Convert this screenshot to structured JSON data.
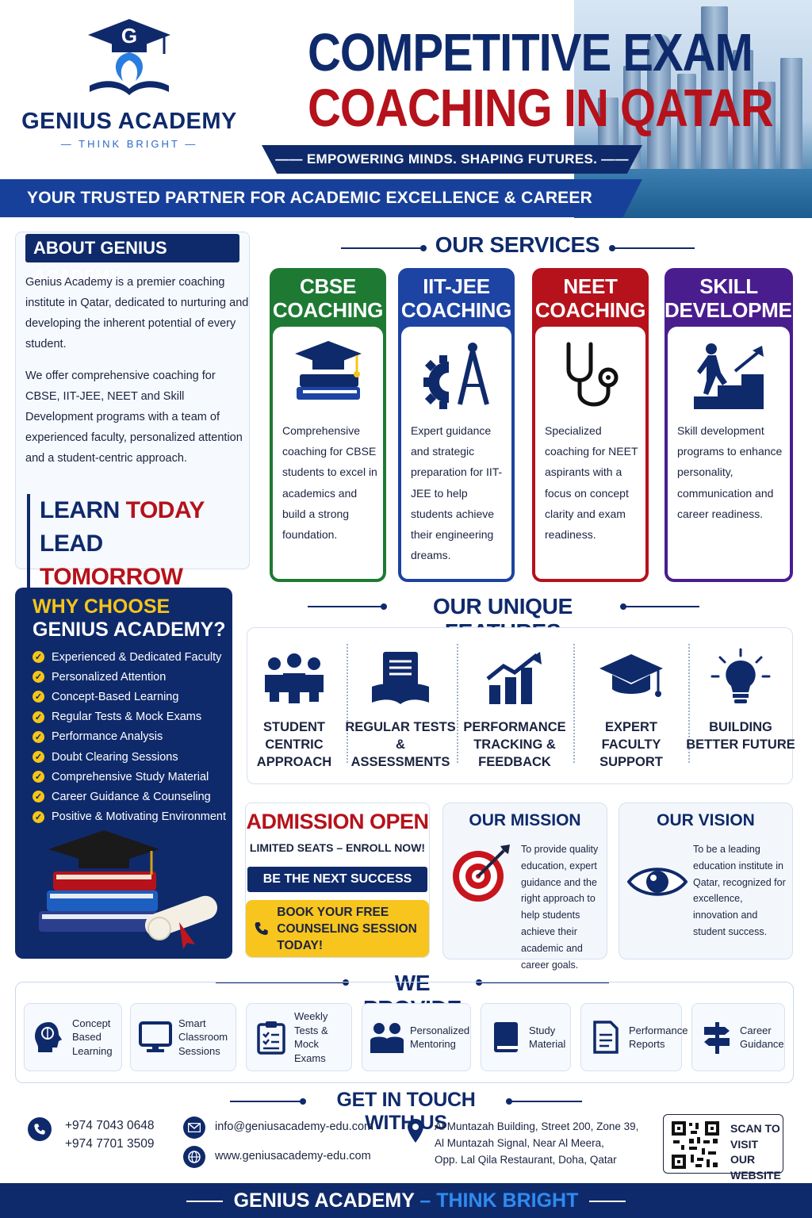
{
  "brand": {
    "name": "GENIUS ACADEMY",
    "tagline": "THINK BRIGHT",
    "logo_letter": "G"
  },
  "header": {
    "title_line1": "COMPETITIVE EXAM",
    "title_line2": "COACHING IN QATAR",
    "tagline": "EMPOWERING MINDS. SHAPING FUTURES.",
    "partner": "YOUR TRUSTED PARTNER FOR ACADEMIC EXCELLENCE & CAREER SUCCESS"
  },
  "about": {
    "heading": "ABOUT GENIUS ACADEMY",
    "p1": "Genius Academy is a premier coaching institute in Qatar, dedicated to nurturing and developing the inherent potential of every student.",
    "p2": "We offer comprehensive coaching for CBSE, IIT-JEE, NEET and Skill Development programs with a team of experienced faculty, personalized attention and a student-centric approach.",
    "learn_1": "LEARN ",
    "learn_2": "TODAY",
    "lead_1": "LEAD ",
    "lead_2": "TOMORROW"
  },
  "services": {
    "heading": "OUR SERVICES",
    "items": [
      {
        "title": "CBSE COACHING",
        "icon": "graduation-books-icon",
        "color": "#1e7a33",
        "desc": "Comprehensive coaching for CBSE students to excel in academics and build a strong foundation."
      },
      {
        "title": "IIT-JEE COACHING",
        "icon": "gear-compass-icon",
        "color": "#1d43a3",
        "desc": "Expert guidance and strategic preparation for IIT-JEE to help students achieve their engineering dreams."
      },
      {
        "title": "NEET COACHING",
        "icon": "stethoscope-icon",
        "color": "#b5121b",
        "desc": "Specialized coaching for NEET aspirants with a focus on concept clarity and exam readiness."
      },
      {
        "title": "SKILL DEVELOPMENT",
        "icon": "climbing-steps-icon",
        "color": "#4a1d8f",
        "desc": "Skill development programs to enhance personality, communication and career readiness."
      }
    ]
  },
  "why": {
    "heading_1": "WHY CHOOSE",
    "heading_2": "GENIUS ACADEMY?",
    "items": [
      "Experienced & Dedicated Faculty",
      "Personalized Attention",
      "Concept-Based Learning",
      "Regular Tests & Mock Exams",
      "Performance Analysis",
      "Doubt Clearing Sessions",
      "Comprehensive Study Material",
      "Career Guidance & Counseling",
      "Positive & Motivating Environment"
    ]
  },
  "features": {
    "heading": "OUR UNIQUE FEATURES",
    "items": [
      {
        "label": "STUDENT CENTRIC APPROACH",
        "icon": "people-group-icon"
      },
      {
        "label": "REGULAR TESTS & ASSESSMENTS",
        "icon": "open-book-icon"
      },
      {
        "label": "PERFORMANCE TRACKING & FEEDBACK",
        "icon": "growth-chart-icon"
      },
      {
        "label": "EXPERT FACULTY SUPPORT",
        "icon": "mortarboard-icon"
      },
      {
        "label": "BUILDING BETTER FUTURE",
        "icon": "lightbulb-icon"
      }
    ]
  },
  "admission": {
    "heading": "ADMISSION OPEN",
    "sub": "LIMITED SEATS – ENROLL NOW!",
    "button": "BE THE NEXT SUCCESS STORY!",
    "book_line1": "BOOK YOUR FREE",
    "book_line2": "COUNSELING SESSION TODAY!"
  },
  "mission": {
    "heading": "OUR MISSION",
    "text": "To provide quality education, expert guidance and the right approach to help students achieve their academic and career goals."
  },
  "vision": {
    "heading": "OUR VISION",
    "text": "To be a leading education institute in Qatar, recognized for excellence, innovation and student success."
  },
  "provide": {
    "heading": "WE PROVIDE",
    "items": [
      {
        "label": "Concept Based Learning",
        "icon": "brain-head-icon"
      },
      {
        "label": "Smart Classroom Sessions",
        "icon": "monitor-icon"
      },
      {
        "label": "Weekly Tests & Mock Exams",
        "icon": "clipboard-checklist-icon"
      },
      {
        "label": "Personalized Mentoring",
        "icon": "two-people-icon"
      },
      {
        "label": "Study Material",
        "icon": "book-icon"
      },
      {
        "label": "Performance Reports",
        "icon": "report-document-icon"
      },
      {
        "label": "Career Guidance",
        "icon": "signpost-icon"
      }
    ]
  },
  "contact": {
    "heading": "GET IN TOUCH WITH US",
    "phone1": "+974 7043 0648",
    "phone2": "+974 7701 3509",
    "email": "info@geniusacademy-edu.com",
    "website": "www.geniusacademy-edu.com",
    "address1": "Al Muntazah Building, Street 200, Zone 39,",
    "address2": "Al Muntazah Signal, Near Al Meera,",
    "address3": "Opp. Lal Qila Restaurant, Doha, Qatar",
    "qr_1": "SCAN TO",
    "qr_2": "VISIT OUR",
    "qr_3": "WEBSITE"
  },
  "footer": {
    "name": "GENIUS ACADEMY",
    "dash": " – ",
    "tag": "THINK BRIGHT"
  }
}
